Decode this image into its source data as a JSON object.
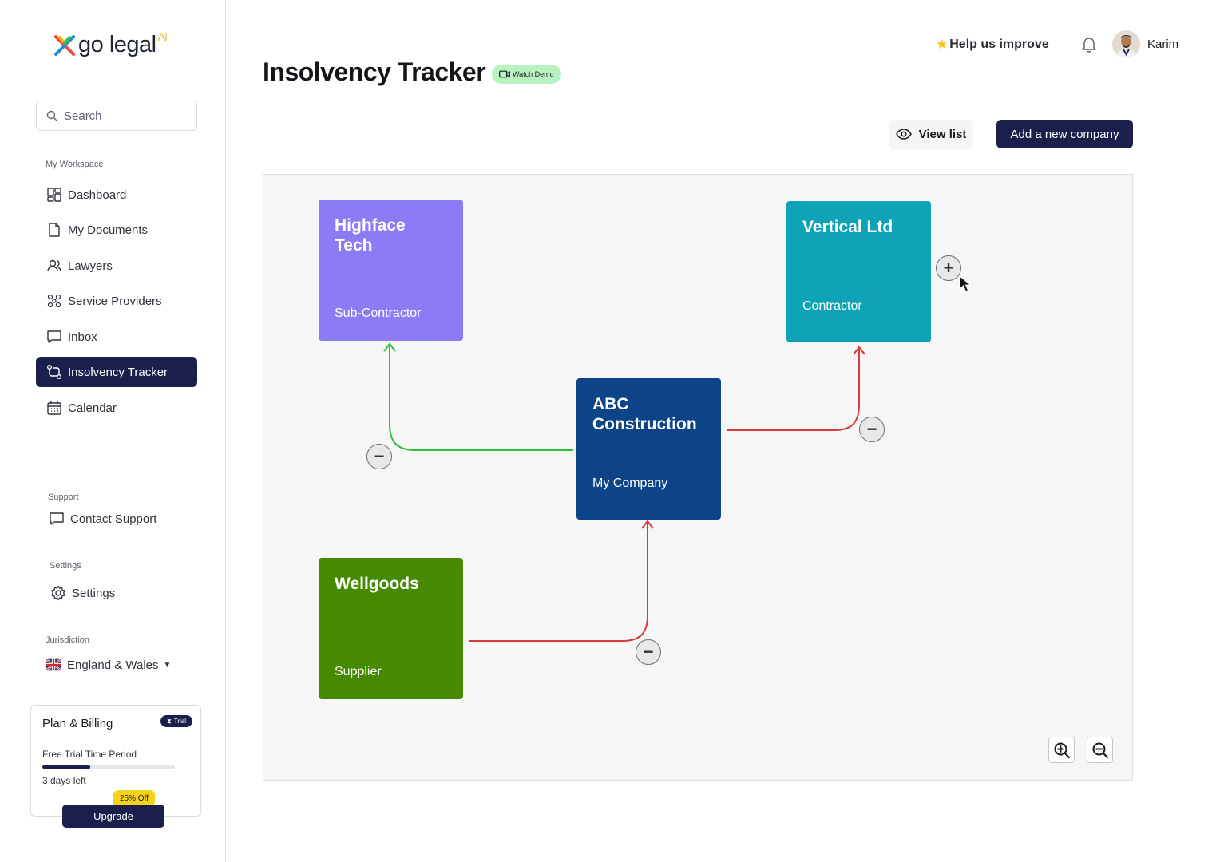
{
  "app": {
    "logo_text": "go legal",
    "logo_sup": "Ai"
  },
  "sidebar": {
    "search_placeholder": "Search",
    "workspace_label": "My Workspace",
    "items": [
      {
        "label": "Dashboard",
        "icon": "dashboard-icon"
      },
      {
        "label": "My Documents",
        "icon": "document-icon"
      },
      {
        "label": "Lawyers",
        "icon": "users-icon"
      },
      {
        "label": "Service Providers",
        "icon": "providers-icon"
      },
      {
        "label": "Inbox",
        "icon": "inbox-icon"
      },
      {
        "label": "Insolvency Tracker",
        "icon": "tracker-icon",
        "active": true
      },
      {
        "label": "Calendar",
        "icon": "calendar-icon"
      }
    ],
    "support_label": "Support",
    "contact_support": "Contact Support",
    "settings_label": "Settings",
    "settings_item": "Settings",
    "jurisdiction_label": "Jurisdiction",
    "jurisdiction_value": "England & Wales"
  },
  "plan": {
    "title": "Plan & Billing",
    "badge": "Trial",
    "period": "Free Trial Time Period",
    "progress": 0.36,
    "days_left": "3 days left",
    "discount": "25% Off",
    "upgrade": "Upgrade"
  },
  "header": {
    "title": "Insolvency Tracker",
    "watch_demo": "Watch Demo",
    "help": "Help us improve",
    "user_name": "Karim"
  },
  "toolbar": {
    "view_list": "View list",
    "add_company": "Add a new company"
  },
  "graph": {
    "nodes": [
      {
        "id": "highface",
        "name": "Highface Tech",
        "role": "Sub-Contractor",
        "color": "#8b7cf6"
      },
      {
        "id": "vertical",
        "name": "Vertical Ltd",
        "role": "Contractor",
        "color": "#0fa3b8"
      },
      {
        "id": "abc",
        "name": "ABC Construction",
        "role": "My Company",
        "color": "#0d4387"
      },
      {
        "id": "wellgoods",
        "name": "Wellgoods",
        "role": "Supplier",
        "color": "#458a00"
      }
    ],
    "edges": [
      {
        "from": "abc",
        "to": "highface",
        "color": "#2fbf3a"
      },
      {
        "from": "abc",
        "to": "vertical",
        "color": "#d63a3a"
      },
      {
        "from": "wellgoods",
        "to": "abc",
        "color": "#d63a3a"
      }
    ],
    "remove_label": "−",
    "add_label": "+"
  }
}
